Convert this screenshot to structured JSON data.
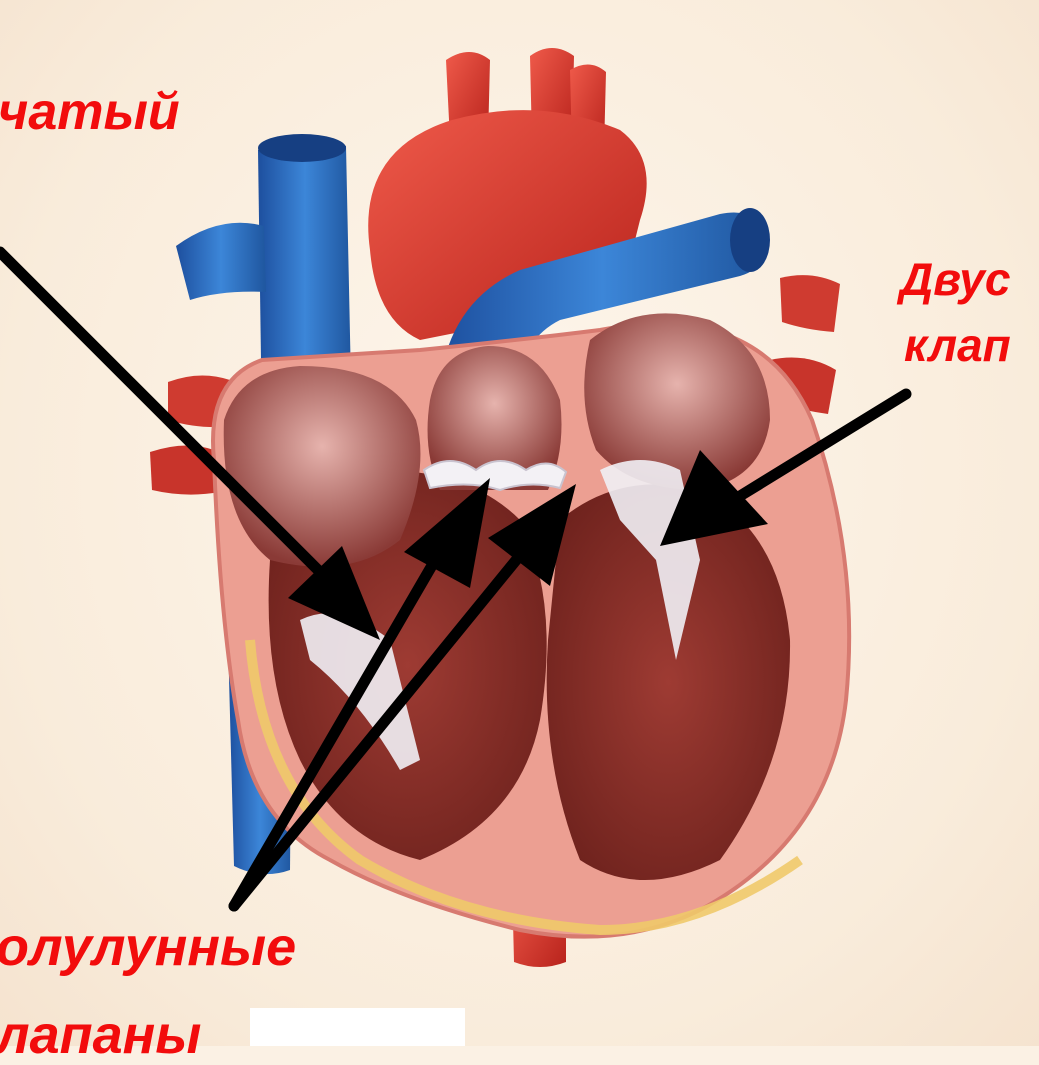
{
  "labels": {
    "tricuspid": "чатый",
    "bicuspid_line1": "Двус",
    "bicuspid_line2": "клап",
    "semilunar_line1": "олулунные",
    "semilunar_line2": "лапаны"
  },
  "colors": {
    "label": "#f20c0c",
    "arrow": "#000000",
    "vein_blue": "#2f6fc2",
    "artery_red": "#d8322a",
    "myocardium": "#e99a8e",
    "background": "#fbf1e4"
  }
}
